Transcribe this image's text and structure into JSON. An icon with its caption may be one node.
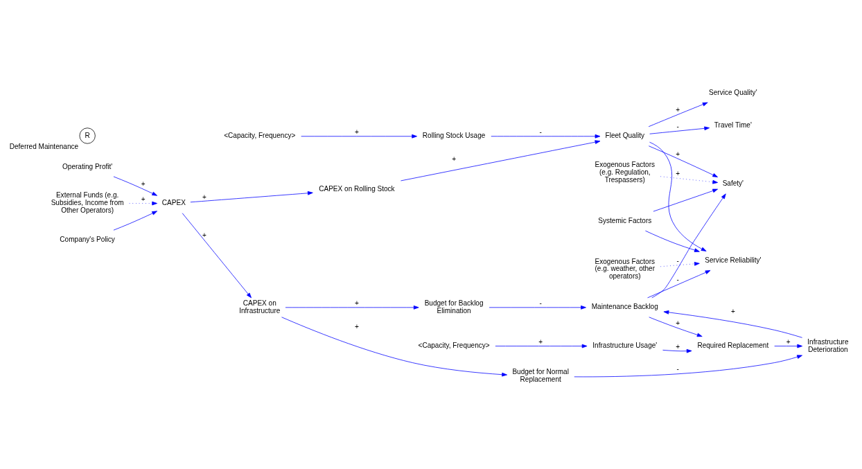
{
  "diagram": {
    "nodes": [
      {
        "text": [
          "Operating Profit'"
        ]
      },
      {
        "text": [
          "<Capacity, Frequency>"
        ]
      },
      {
        "text": [
          "Service Quality'"
        ]
      },
      {
        "text": [
          "Travel Time'"
        ]
      },
      {
        "text": [
          "External Funds (e.g. Subsidies, Income from Other Operators)"
        ]
      },
      {
        "text": [
          "Rolling Stock Usage"
        ]
      },
      {
        "text": [
          "Fleet Quality"
        ]
      },
      {
        "text": [
          "Exogenous Factors (e.g. Regulation, Trespassers)"
        ]
      },
      {
        "text": [
          "CAPEX"
        ]
      },
      {
        "text": [
          "CAPEX on Rolling Stock"
        ]
      },
      {
        "text": [
          "Safety'"
        ]
      },
      {
        "text": [
          "Service Reliability'"
        ]
      },
      {
        "text": [
          "Systemic Factors"
        ]
      },
      {
        "text": [
          "Exogenous Factors (e.g. weather, other operators)"
        ]
      },
      {
        "text": [
          "Company's Policy"
        ]
      },
      {
        "text": [
          "CAPEX on Infrastructure"
        ]
      },
      {
        "text": [
          "Maintenance Backlog"
        ]
      },
      {
        "text": [
          "Budget for Backlog Elimination"
        ]
      },
      {
        "text": [
          "Budget for Normal Replacement"
        ]
      },
      {
        "text": [
          "Infrastructure Deterioration"
        ]
      },
      {
        "text": [
          "R"
        ],
        "beside": [
          "Deferred Maintenance"
        ]
      },
      {
        "text": [
          "<Capacity, Frequency>"
        ]
      },
      {
        "text": [
          "Required Replacement"
        ]
      },
      {
        "text": [
          "Infrastructure Usage'"
        ]
      }
    ],
    "edges": [
      {
        "from": 0,
        "to": 8,
        "arrow": "to",
        "label": "+"
      },
      {
        "from": 4,
        "to": 8,
        "arrow": "to",
        "label": "+",
        "style": "dashed"
      },
      {
        "from": 14,
        "to": 8,
        "arrow": "to"
      },
      {
        "from": 8,
        "to": 9,
        "arrow": "to",
        "label": "+"
      },
      {
        "from": 8,
        "to": 15,
        "arrow": "to",
        "label": "+"
      },
      {
        "from": 1,
        "to": 5,
        "arrow": "to",
        "label": "+"
      },
      {
        "from": 5,
        "to": 6,
        "arrow": "to",
        "label": "-"
      },
      {
        "from": 9,
        "to": 6,
        "arrow": "to",
        "label": "+"
      },
      {
        "from": 6,
        "to": 2,
        "arrow": "to",
        "label": "+"
      },
      {
        "from": 6,
        "to": 3,
        "arrow": "to",
        "label": "-"
      },
      {
        "from": 6,
        "to": 10,
        "arrow": "to",
        "label": "+"
      },
      {
        "from": 6,
        "to": 11,
        "arrow": "to"
      },
      {
        "from": 7,
        "to": 10,
        "arrow": "to",
        "label": "+",
        "style": "dashed"
      },
      {
        "from": 12,
        "to": 10,
        "arrow": "to"
      },
      {
        "from": 12,
        "to": 11,
        "arrow": "to"
      },
      {
        "from": 13,
        "to": 11,
        "arrow": "to",
        "style": "dashed"
      },
      {
        "from": 16,
        "to": 10,
        "arrow": "to",
        "label": "-"
      },
      {
        "from": 16,
        "to": 11,
        "arrow": "to",
        "label": "-"
      },
      {
        "from": 15,
        "to": 17,
        "arrow": "to",
        "label": "+"
      },
      {
        "from": 15,
        "to": 18,
        "arrow": "to",
        "label": "+"
      },
      {
        "from": 17,
        "to": 16,
        "arrow": "to",
        "label": "-"
      },
      {
        "from": 18,
        "to": 19,
        "arrow": "to",
        "label": "-"
      },
      {
        "from": 19,
        "to": 16,
        "arrow": "to",
        "label": "+"
      },
      {
        "from": 16,
        "to": 22,
        "arrow": "to",
        "label": "+"
      },
      {
        "from": 22,
        "to": 19,
        "arrow": "to",
        "label": "+"
      },
      {
        "from": 21,
        "to": 23,
        "arrow": "to",
        "label": "+"
      },
      {
        "from": 23,
        "to": 22,
        "arrow": "to",
        "label": "+"
      }
    ]
  }
}
